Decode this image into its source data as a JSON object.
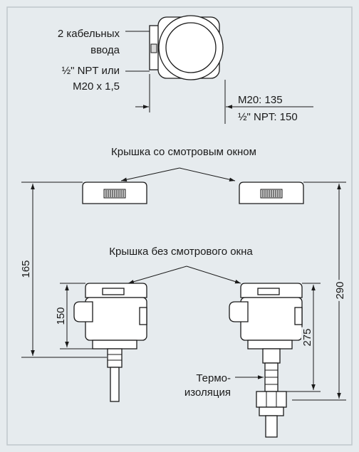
{
  "colors": {
    "background": "#e6ebee",
    "border": "#bfc7cc",
    "line": "#1a1a1a",
    "fill": "#ffffff"
  },
  "top_view": {
    "cable_entries_line1": "2 кабельных",
    "cable_entries_line2": "ввода",
    "thread_line1": "½\" NPT или",
    "thread_line2": "M20 x 1,5",
    "dim_m20": "M20: 135",
    "dim_npt": "½\" NPT: 150"
  },
  "covers": {
    "with_window": "Крышка со смотровым окном",
    "without_window": "Крышка без смотрового окна"
  },
  "dimensions": {
    "d165": "165",
    "d150": "150",
    "d290": "290",
    "d275": "275"
  },
  "insulation": {
    "line1": "Термо-",
    "line2": "изоляция"
  }
}
